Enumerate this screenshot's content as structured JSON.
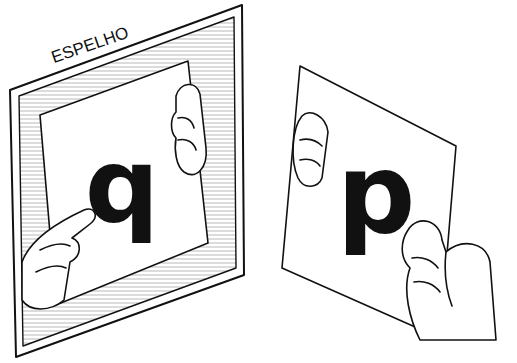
{
  "diagram": {
    "nodes": [
      {
        "text": [
          "ESPELHO"
        ]
      },
      {
        "text": [
          "q"
        ],
        "in": 0
      },
      {
        "text": [
          "p"
        ]
      }
    ]
  }
}
